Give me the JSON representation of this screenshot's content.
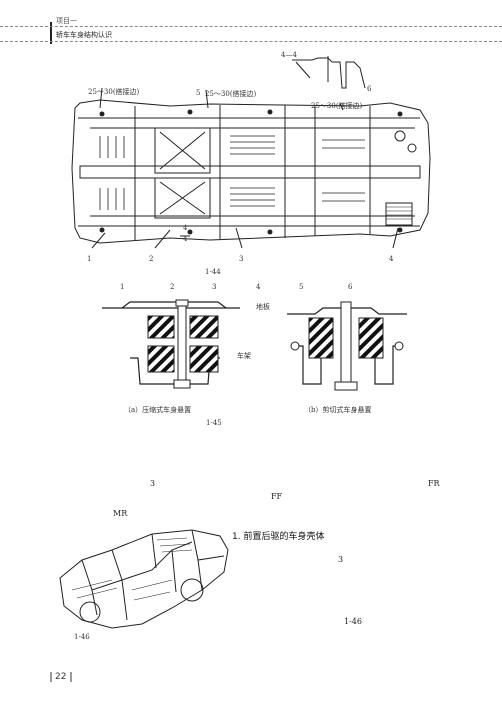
{
  "header": {
    "project": "项目一",
    "subtitle": "轿车车身结构认识"
  },
  "fig44": {
    "label_section": "4—4",
    "label_6": "6",
    "label_left": "25～30(搭接边)",
    "label_5": "5",
    "label_mid": "25～30(搭接边)",
    "label_right": "25～30(搭接边)",
    "label_4s": "4",
    "label_4s2": "4",
    "num1": "1",
    "num2": "2",
    "num3": "3",
    "num4": "4",
    "caption_no": "1-44",
    "legend": [
      "1",
      "2",
      "3",
      "4",
      "5",
      "6"
    ]
  },
  "fig45": {
    "label_floor": "地板",
    "label_frame": "车架",
    "caption_a": "（a）压缩式车身悬置",
    "caption_b": "（b）剪切式车身悬置",
    "caption_no": "1-45"
  },
  "text": {
    "line1_num": "3",
    "line1_fr": "FR",
    "line2_ff": "FF",
    "line3_mr": "MR",
    "section_title": "1.  前置后驱的车身壳体",
    "right_num": "3",
    "right_ref": "1-46",
    "fig46_caption": "1-46"
  },
  "page": {
    "number": "22"
  }
}
